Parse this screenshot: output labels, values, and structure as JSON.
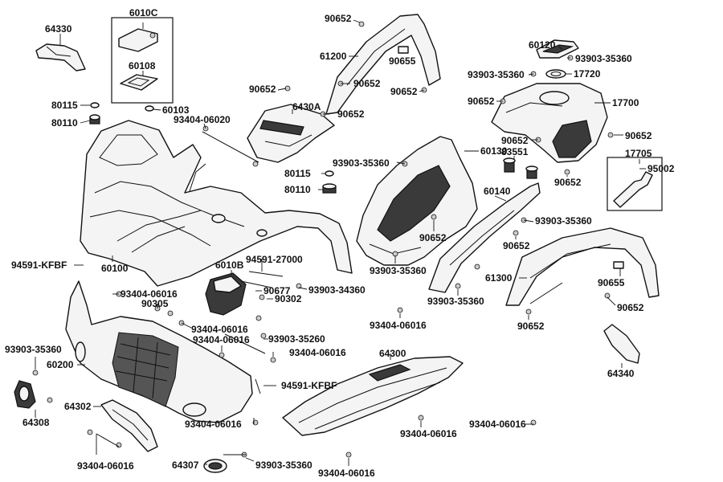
{
  "part_labels": [
    {
      "id": "p64330",
      "text": "64330"
    },
    {
      "id": "p6010C",
      "text": "6010C"
    },
    {
      "id": "p60108",
      "text": "60108"
    },
    {
      "id": "p60103",
      "text": "60103"
    },
    {
      "id": "p80115a",
      "text": "80115"
    },
    {
      "id": "p80110a",
      "text": "80110"
    },
    {
      "id": "p93404_06020",
      "text": "93404-06020"
    },
    {
      "id": "p90652_top",
      "text": "90652"
    },
    {
      "id": "p61200",
      "text": "61200"
    },
    {
      "id": "p90655a",
      "text": "90655"
    },
    {
      "id": "p90652_b",
      "text": "90652"
    },
    {
      "id": "p90652_c",
      "text": "90652"
    },
    {
      "id": "p90652_d",
      "text": "90652"
    },
    {
      "id": "p6430A",
      "text": "6430A"
    },
    {
      "id": "p90652_e",
      "text": "90652"
    },
    {
      "id": "p60120",
      "text": "60120"
    },
    {
      "id": "p93903_35360a",
      "text": "93903-35360"
    },
    {
      "id": "p93903_35360b",
      "text": "93903-35360"
    },
    {
      "id": "p17720",
      "text": "17720"
    },
    {
      "id": "p90652_f",
      "text": "90652"
    },
    {
      "id": "p17700",
      "text": "17700"
    },
    {
      "id": "p90652_g",
      "text": "90652"
    },
    {
      "id": "p90652_h",
      "text": "90652"
    },
    {
      "id": "p83551",
      "text": "83551"
    },
    {
      "id": "p17705",
      "text": "17705"
    },
    {
      "id": "p95002",
      "text": "95002"
    },
    {
      "id": "p90652_i",
      "text": "90652"
    },
    {
      "id": "p93903_35360c",
      "text": "93903-35360"
    },
    {
      "id": "p60130",
      "text": "60130"
    },
    {
      "id": "p80115b",
      "text": "80115"
    },
    {
      "id": "p80110b",
      "text": "80110"
    },
    {
      "id": "p60140",
      "text": "60140"
    },
    {
      "id": "p93903_35360d",
      "text": "93903-35360"
    },
    {
      "id": "p90652_j",
      "text": "90652"
    },
    {
      "id": "p90652_k",
      "text": "90652"
    },
    {
      "id": "p94591_KFBFa",
      "text": "94591-KFBF"
    },
    {
      "id": "p60100",
      "text": "60100"
    },
    {
      "id": "p6010B",
      "text": "6010B"
    },
    {
      "id": "p94591_27000",
      "text": "94591-27000"
    },
    {
      "id": "p93903_35360e",
      "text": "93903-35360"
    },
    {
      "id": "p61300",
      "text": "61300"
    },
    {
      "id": "p90655b",
      "text": "90655"
    },
    {
      "id": "p93404_06016a",
      "text": "93404-06016"
    },
    {
      "id": "p90305",
      "text": "90305"
    },
    {
      "id": "p90677",
      "text": "90677"
    },
    {
      "id": "p90302",
      "text": "90302"
    },
    {
      "id": "p93903_34360",
      "text": "93903-34360"
    },
    {
      "id": "p93903_35360f",
      "text": "93903-35360"
    },
    {
      "id": "p90652_l",
      "text": "90652"
    },
    {
      "id": "p93404_06016b",
      "text": "93404-06016"
    },
    {
      "id": "p93404_06016c",
      "text": "93404-06016"
    },
    {
      "id": "p93903_35260",
      "text": "93903-35260"
    },
    {
      "id": "p93404_06016d",
      "text": "93404-06016"
    },
    {
      "id": "p90652_m",
      "text": "90652"
    },
    {
      "id": "p93903_35360g",
      "text": "93903-35360"
    },
    {
      "id": "p93404_06016e",
      "text": "93404-06016"
    },
    {
      "id": "p64300",
      "text": "64300"
    },
    {
      "id": "p64340",
      "text": "64340"
    },
    {
      "id": "p60200",
      "text": "60200"
    },
    {
      "id": "p94591_KFBFb",
      "text": "94591-KFBF"
    },
    {
      "id": "p64308",
      "text": "64308"
    },
    {
      "id": "p64302",
      "text": "64302"
    },
    {
      "id": "p93404_06016f",
      "text": "93404-06016"
    },
    {
      "id": "p93404_06016g",
      "text": "93404-06016"
    },
    {
      "id": "p93404_06016h",
      "text": "93404-06016"
    },
    {
      "id": "p93404_06016i",
      "text": "93404-06016"
    },
    {
      "id": "p64307",
      "text": "64307"
    },
    {
      "id": "p93903_35360h",
      "text": "93903-35360"
    },
    {
      "id": "p93404_06016j",
      "text": "93404-06016"
    }
  ]
}
